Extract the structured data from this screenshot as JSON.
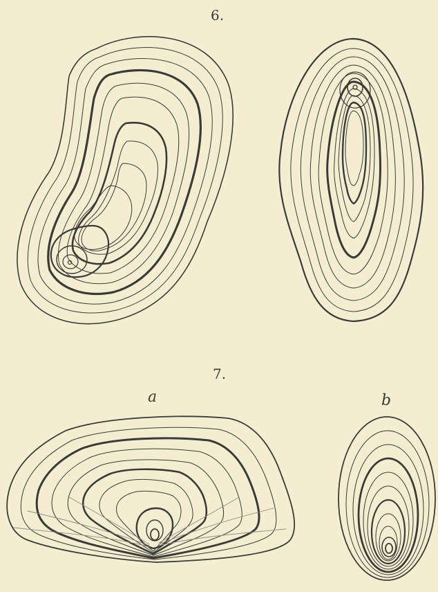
{
  "figures": {
    "fig6": {
      "label": "6."
    },
    "fig7": {
      "label": "7.",
      "part_a": "a",
      "part_b": "b"
    }
  },
  "colors": {
    "paper": "#f3eed2",
    "ink": "#3a3a36",
    "faint_line": "#8f8c80"
  }
}
